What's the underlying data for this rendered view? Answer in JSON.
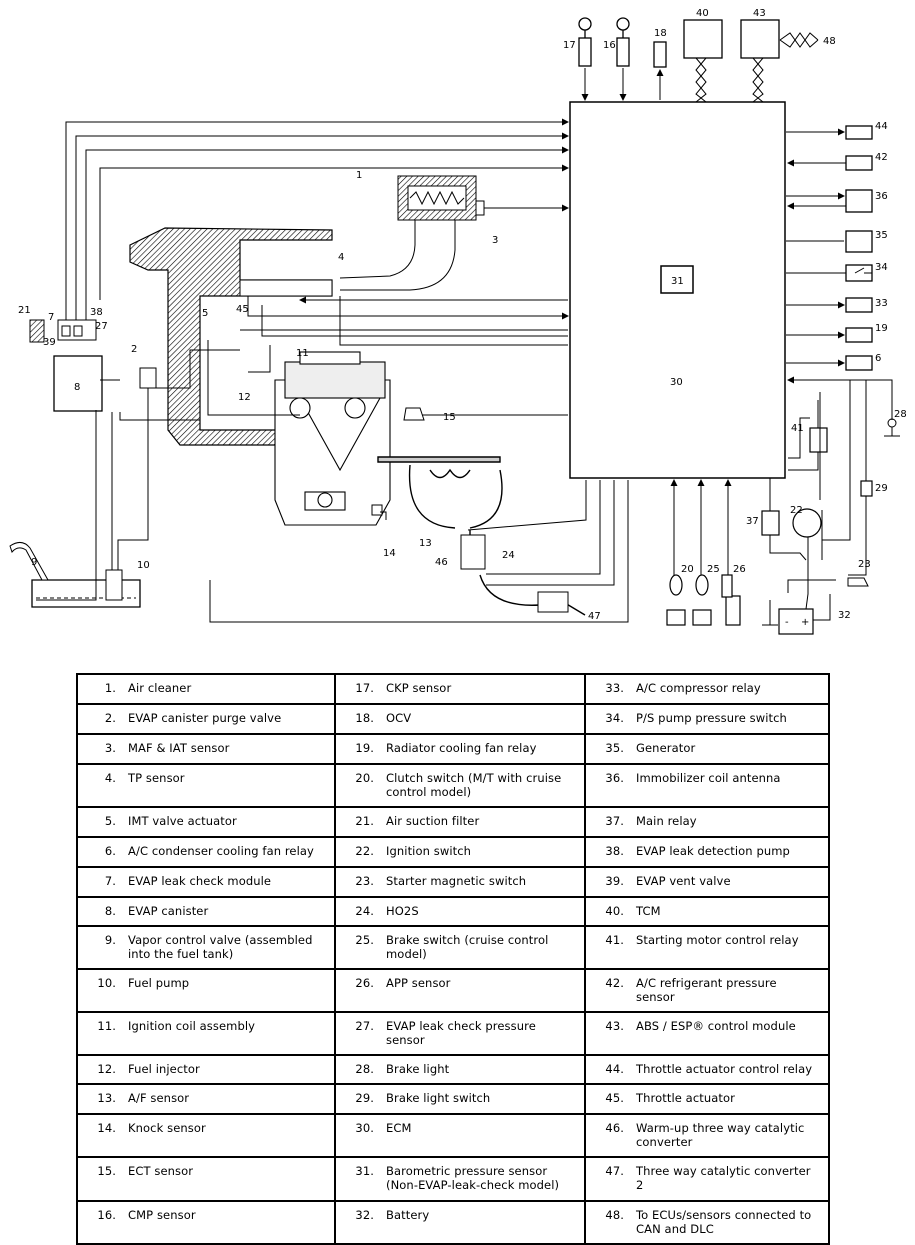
{
  "diagram": {
    "callouts": [
      "1",
      "2",
      "3",
      "4",
      "5",
      "6",
      "7",
      "8",
      "9",
      "10",
      "11",
      "12",
      "13",
      "14",
      "15",
      "16",
      "17",
      "18",
      "19",
      "20",
      "21",
      "22",
      "23",
      "24",
      "25",
      "26",
      "27",
      "28",
      "29",
      "30",
      "31",
      "32",
      "33",
      "34",
      "35",
      "36",
      "37",
      "38",
      "39",
      "40",
      "41",
      "42",
      "43",
      "44",
      "45",
      "46",
      "47",
      "48"
    ],
    "battery_polarity": {
      "minus": "-",
      "plus": "+"
    }
  },
  "legend": {
    "columns": [
      [
        {
          "num": "1.",
          "text": "Air cleaner"
        },
        {
          "num": "2.",
          "text": "EVAP canister purge valve"
        },
        {
          "num": "3.",
          "text": "MAF & IAT sensor"
        },
        {
          "num": "4.",
          "text": "TP sensor"
        },
        {
          "num": "5.",
          "text": "IMT valve actuator"
        },
        {
          "num": "6.",
          "text": "A/C condenser cooling fan relay"
        },
        {
          "num": "7.",
          "text": "EVAP leak check module"
        },
        {
          "num": "8.",
          "text": "EVAP canister"
        },
        {
          "num": "9.",
          "text": "Vapor control valve (assembled into the fuel tank)"
        },
        {
          "num": "10.",
          "text": "Fuel pump"
        },
        {
          "num": "11.",
          "text": "Ignition coil assembly"
        },
        {
          "num": "12.",
          "text": "Fuel injector"
        },
        {
          "num": "13.",
          "text": "A/F sensor"
        },
        {
          "num": "14.",
          "text": "Knock sensor"
        },
        {
          "num": "15.",
          "text": "ECT sensor"
        },
        {
          "num": "16.",
          "text": "CMP sensor"
        }
      ],
      [
        {
          "num": "17.",
          "text": "CKP sensor"
        },
        {
          "num": "18.",
          "text": "OCV"
        },
        {
          "num": "19.",
          "text": "Radiator cooling fan relay"
        },
        {
          "num": "20.",
          "text": "Clutch switch (M/T with cruise control model)"
        },
        {
          "num": "21.",
          "text": "Air suction filter"
        },
        {
          "num": "22.",
          "text": "Ignition switch"
        },
        {
          "num": "23.",
          "text": "Starter magnetic switch"
        },
        {
          "num": "24.",
          "text": "HO2S"
        },
        {
          "num": "25.",
          "text": "Brake switch (cruise control model)"
        },
        {
          "num": "26.",
          "text": "APP sensor"
        },
        {
          "num": "27.",
          "text": "EVAP leak check pressure sensor"
        },
        {
          "num": "28.",
          "text": "Brake light"
        },
        {
          "num": "29.",
          "text": "Brake light switch"
        },
        {
          "num": "30.",
          "text": "ECM"
        },
        {
          "num": "31.",
          "text": "Barometric pressure sensor (Non-EVAP-leak-check model)"
        },
        {
          "num": "32.",
          "text": "Battery"
        }
      ],
      [
        {
          "num": "33.",
          "text": "A/C compressor relay"
        },
        {
          "num": "34.",
          "text": "P/S pump pressure switch"
        },
        {
          "num": "35.",
          "text": "Generator"
        },
        {
          "num": "36.",
          "text": "Immobilizer coil antenna"
        },
        {
          "num": "37.",
          "text": "Main relay"
        },
        {
          "num": "38.",
          "text": "EVAP leak detection pump"
        },
        {
          "num": "39.",
          "text": "EVAP vent valve"
        },
        {
          "num": "40.",
          "text": "TCM"
        },
        {
          "num": "41.",
          "text": "Starting motor control relay"
        },
        {
          "num": "42.",
          "text": "A/C refrigerant pressure sensor"
        },
        {
          "num": "43.",
          "text": "ABS / ESP® control module"
        },
        {
          "num": "44.",
          "text": "Throttle actuator control relay"
        },
        {
          "num": "45.",
          "text": "Throttle actuator"
        },
        {
          "num": "46.",
          "text": "Warm-up three way catalytic converter"
        },
        {
          "num": "47.",
          "text": "Three way catalytic converter 2"
        },
        {
          "num": "48.",
          "text": "To ECUs/sensors connected to CAN and DLC"
        }
      ]
    ]
  }
}
